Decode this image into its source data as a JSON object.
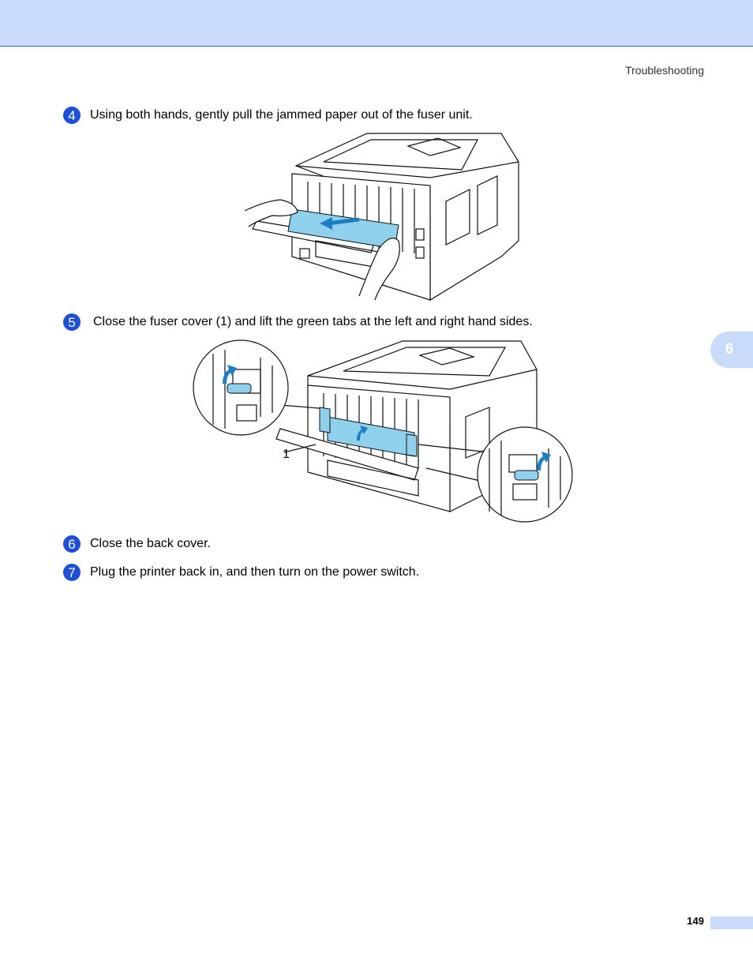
{
  "header": {
    "section_title": "Troubleshooting"
  },
  "chapter_tab": {
    "number": "6"
  },
  "steps": [
    {
      "number": "4",
      "text": "Using both hands, gently pull the jammed paper out of the fuser unit."
    },
    {
      "number": "5",
      "text": "Close the fuser cover (1) and lift the green tabs at the left and right hand sides."
    },
    {
      "number": "6",
      "text": "Close the back cover."
    },
    {
      "number": "7",
      "text": "Plug the printer back in, and then turn on the power switch."
    }
  ],
  "figure2": {
    "callout_label": "1"
  },
  "footer": {
    "page_number": "149"
  },
  "colors": {
    "accent": "#c9dbfb",
    "step_badge": "#1e4fd8",
    "highlight": "#8fd0ec"
  }
}
